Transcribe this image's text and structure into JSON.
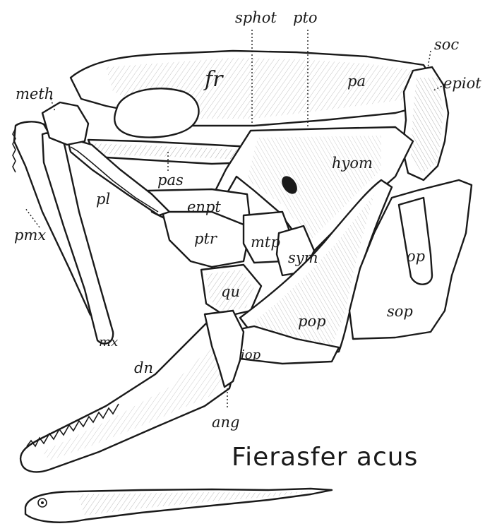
{
  "figure": {
    "caption": "Fierasfer acus",
    "labels": {
      "sphot": "sphot",
      "pto": "pto",
      "soc": "soc",
      "fr": "fr",
      "pa": "pa",
      "epiot": "epiot",
      "meth": "meth",
      "hyom": "hyom",
      "pas": "pas",
      "pl": "pl",
      "enpt": "enpt",
      "pmx": "pmx",
      "ptr": "ptr",
      "mtp": "mtp",
      "sym": "sym",
      "op": "op",
      "qu": "qu",
      "pop": "pop",
      "sop": "sop",
      "mx": "mx",
      "dn": "dn",
      "iop": "iop",
      "ang": "ang"
    }
  }
}
